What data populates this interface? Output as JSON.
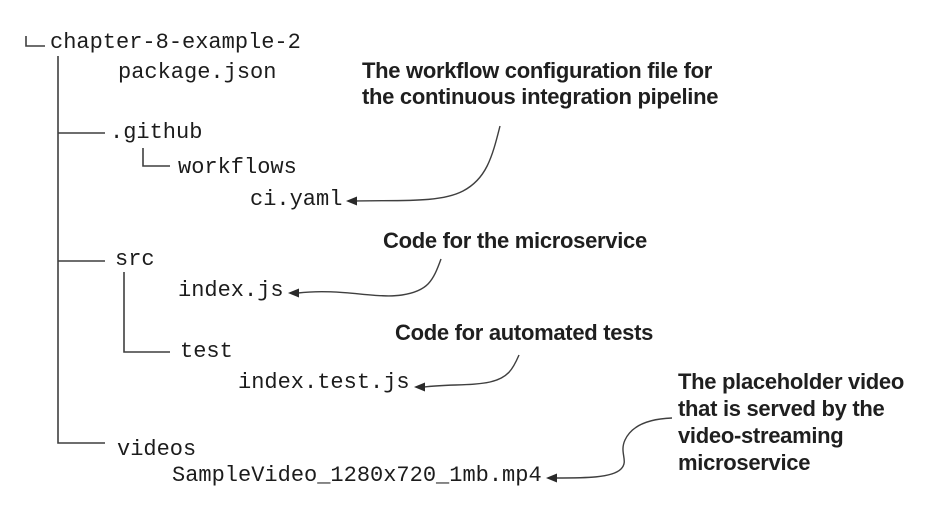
{
  "colors": {
    "background": "#ffffff",
    "text": "#1c1c1c",
    "annotation_text": "#1f1f1f",
    "lines": "#3f3f3f"
  },
  "tree": {
    "root": "chapter-8-example-2",
    "package_json": "package.json",
    "github": ".github",
    "workflows": "workflows",
    "ci_yaml": "ci.yaml",
    "src": "src",
    "index_js": "index.js",
    "test": "test",
    "index_test_js": "index.test.js",
    "videos": "videos",
    "sample_video": "SampleVideo_1280x720_1mb.mp4"
  },
  "annotations": {
    "ci": "The workflow configuration file for\nthe continuous integration pipeline",
    "microservice": "Code for the microservice",
    "tests": "Code for automated tests",
    "video": "The placeholder video\nthat is served by the\nvideo-streaming\nmicroservice"
  }
}
